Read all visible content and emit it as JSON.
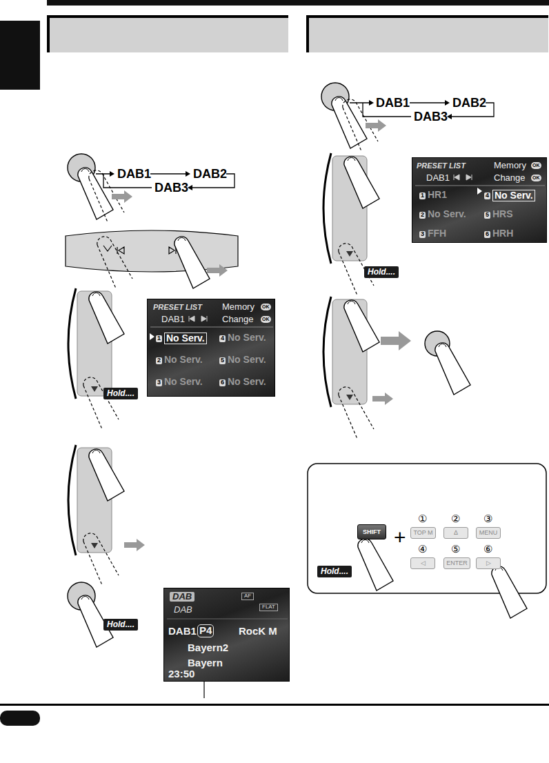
{
  "diagram": {
    "nodes": [
      {
        "text": [
          "PRESET LIST",
          "DAB1",
          "Memory",
          "OK",
          "Change",
          "OK",
          "1",
          "No Serv.",
          "2",
          "No Serv.",
          "3",
          "No Serv.",
          "4",
          "No Serv.",
          "5",
          "No Serv.",
          "6",
          "No Serv."
        ]
      },
      {
        "text": [
          "DAB",
          "DAB",
          "AF",
          "FLAT",
          "DAB1",
          "P4",
          "RocK M",
          "Bayern2",
          "Bayern",
          "23:50"
        ]
      },
      {
        "text": [
          "PRESET LIST",
          "DAB1",
          "Memory",
          "OK",
          "Change",
          "OK",
          "1",
          "HR1",
          "2",
          "No Serv.",
          "3",
          "FFH",
          "4",
          "No Serv.",
          "5",
          "HRS",
          "6",
          "HRH"
        ]
      },
      {
        "text": [
          "SHIFT"
        ]
      },
      {
        "text": [
          "TOP M"
        ]
      },
      {
        "text": [
          "∆"
        ]
      },
      {
        "text": [
          "MENU"
        ]
      },
      {
        "text": [
          "◁"
        ]
      },
      {
        "text": [
          "ENTER"
        ]
      },
      {
        "text": [
          "▷"
        ]
      }
    ],
    "labels": [
      "DAB1",
      "DAB2",
      "DAB3",
      "Hold....",
      "Hold....",
      "DAB1",
      "DAB2",
      "DAB3",
      "Hold....",
      "①",
      "②",
      "③",
      "④",
      "⑤",
      "⑥",
      "+",
      "Hold...."
    ]
  }
}
